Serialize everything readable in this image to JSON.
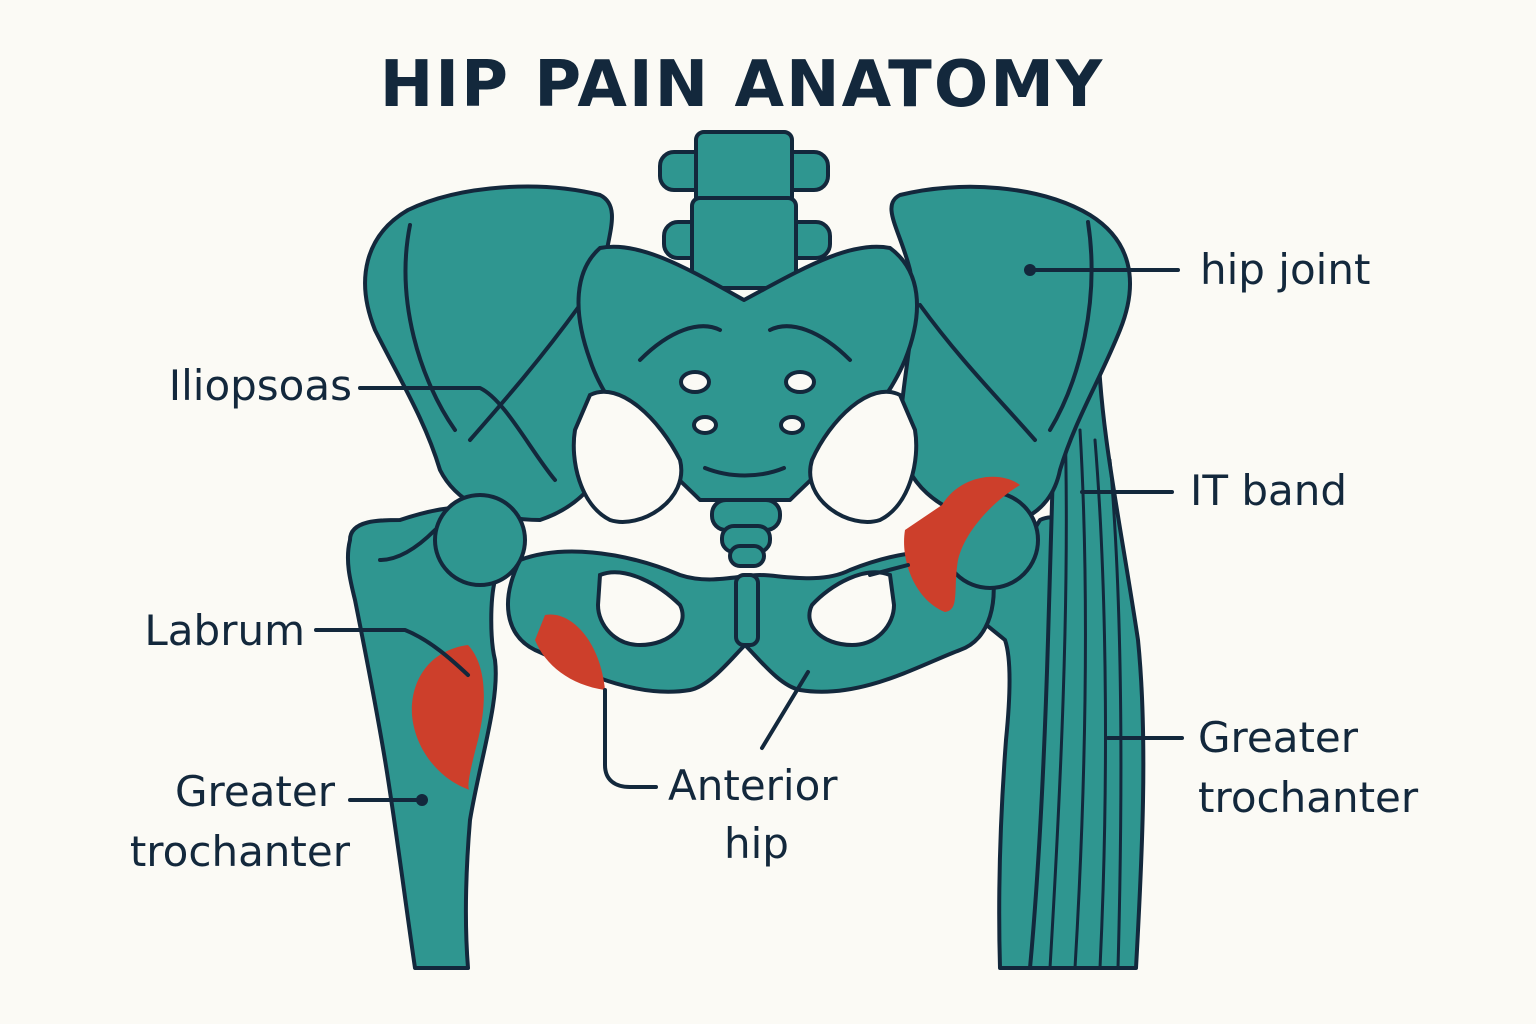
{
  "title": "HIP PAIN ANATOMY",
  "colors": {
    "background": "#fbfaf5",
    "bone": "#2f9690",
    "outline": "#13283c",
    "pain": "#cd3f2b"
  },
  "labels": {
    "hip_joint": "hip joint",
    "iliopsoas": "Iliopsoas",
    "it_band": "IT band",
    "labrum": "Labrum",
    "left_greater_trochanter": [
      "Greater",
      "trochanter"
    ],
    "anterior_hip": [
      "Anterior",
      "hip"
    ],
    "right_greater_trochanter": [
      "Greater",
      "trochanter"
    ]
  }
}
